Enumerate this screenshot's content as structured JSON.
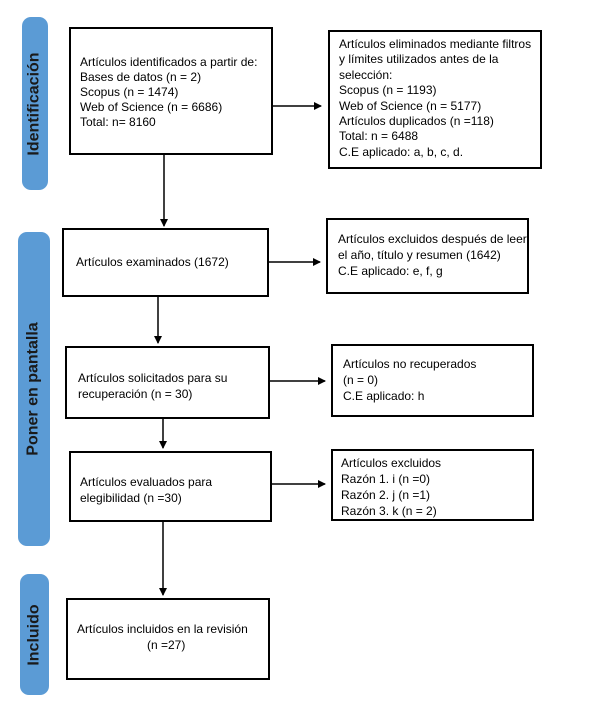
{
  "phases": {
    "identification": "Identificación",
    "screening": "Poner en pantalla",
    "included": "Incluido"
  },
  "boxes": {
    "identified": [
      "Artículos identificados a partir de:",
      "Bases de datos (n = 2)",
      "Scopus (n = 1474)",
      "Web of Science (n = 6686)",
      "Total: n= 8160"
    ],
    "removed": [
      "Artículos eliminados mediante filtros",
      "y límites utilizados antes de la",
      "selección:",
      "Scopus (n = 1193)",
      "Web of Science (n = 5177)",
      "Artículos duplicados (n =118)",
      "Total: n = 6488",
      "C.E aplicado: a, b, c, d."
    ],
    "screened": [
      "Artículos examinados (1672)"
    ],
    "excluded_screening": [
      "Artículos excluidos después de leer",
      "el año, título y resumen (1642)",
      "C.E aplicado: e, f, g"
    ],
    "sought": [
      "Artículos solicitados para su",
      "recuperación (n = 30)"
    ],
    "not_retrieved": [
      "Artículos no recuperados",
      "(n = 0)",
      "C.E aplicado: h"
    ],
    "assessed": [
      "Artículos evaluados para",
      "elegibilidad (n =30)"
    ],
    "excluded_reasons": [
      "Artículos excluidos",
      "Razón 1. i (n =0)",
      "Razón 2. j (n =1)",
      "Razón 3. k (n = 2)"
    ],
    "included_box": [
      "Artículos incluidos en la revisión",
      "(n =27)"
    ]
  },
  "colors": {
    "phase_fill": "#5b9bd5",
    "border": "#000000"
  }
}
